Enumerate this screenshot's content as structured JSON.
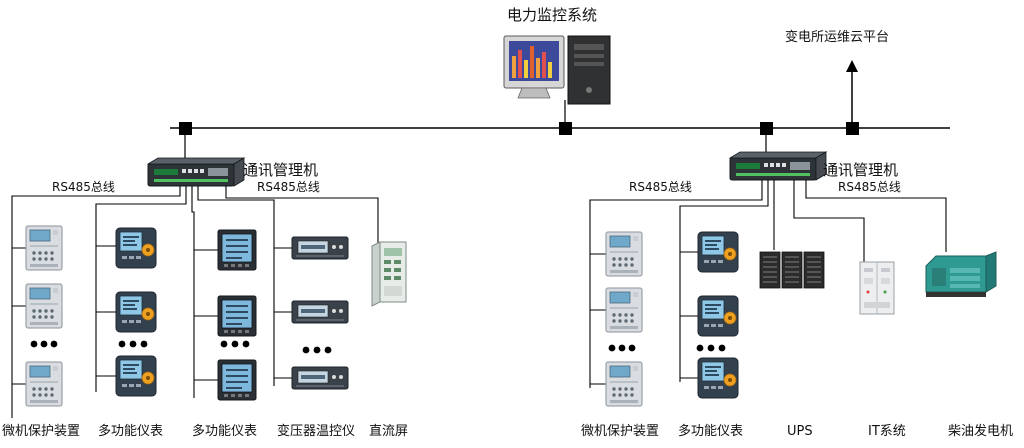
{
  "title": "电力监控系统",
  "cloud_platform": "变电所运维云平台",
  "left_group": {
    "gateway_label": "通讯管理机",
    "bus_label_1": "RS485总线",
    "bus_label_2": "RS485总线",
    "device_labels": [
      "微机保护装置",
      "多功能仪表",
      "多功能仪表",
      "变压器温控仪",
      "直流屏"
    ]
  },
  "right_group": {
    "gateway_label": "通讯管理机",
    "bus_label_1": "RS485总线",
    "bus_label_2": "RS485总线",
    "device_labels": [
      "微机保护装置",
      "多功能仪表",
      "UPS",
      "IT系统",
      "柴油发电机"
    ]
  },
  "colors": {
    "line": "#000000",
    "relay_body": "#d9dde1",
    "relay_screen": "#6fa8c8",
    "meter_body": "#33414f",
    "meter_screen": "#8fc7e6",
    "meter_knob": "#f0a020",
    "dc_panel": "#e6ece8",
    "ups": "#2b2b2b",
    "genset": "#2e9a92",
    "monitor_screen": "#3d4a9c"
  }
}
